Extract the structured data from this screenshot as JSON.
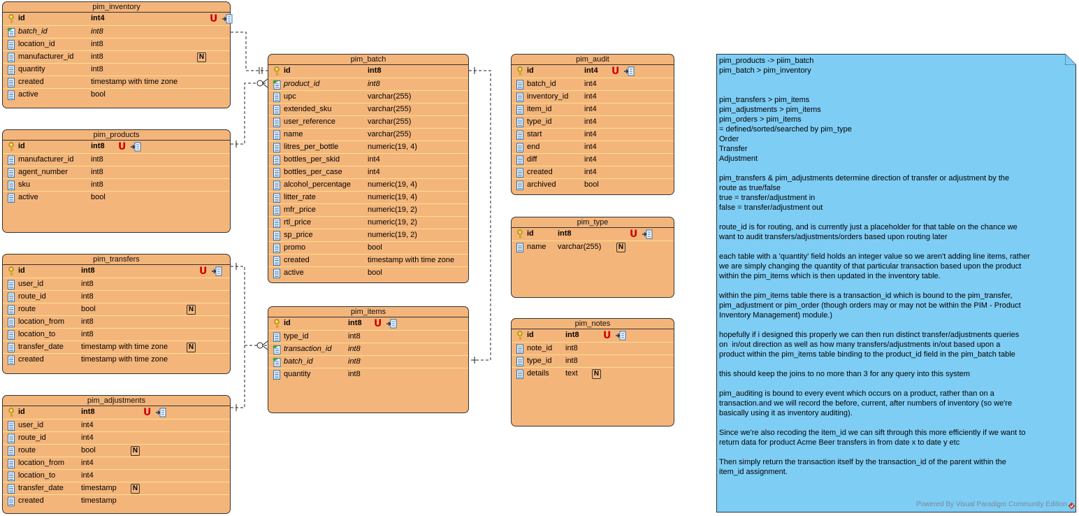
{
  "entities": [
    {
      "name": "pim_inventory",
      "columns": [
        {
          "name": "id",
          "type": "int4",
          "kind": "pk",
          "unique": true,
          "index": true,
          "nullable": false
        },
        {
          "name": "batch_id",
          "type": "int8",
          "kind": "fk",
          "unique": false,
          "index": false,
          "nullable": false
        },
        {
          "name": "location_id",
          "type": "int8",
          "kind": "col",
          "unique": false,
          "index": false,
          "nullable": false
        },
        {
          "name": "manufacturer_id",
          "type": "int8",
          "kind": "col",
          "unique": false,
          "index": false,
          "nullable": true
        },
        {
          "name": "quantity",
          "type": "int8",
          "kind": "col",
          "unique": false,
          "index": false,
          "nullable": false
        },
        {
          "name": "created",
          "type": "timestamp with time zone",
          "kind": "col",
          "unique": false,
          "index": false,
          "nullable": false
        },
        {
          "name": "active",
          "type": "bool",
          "kind": "col",
          "unique": false,
          "index": false,
          "nullable": false
        }
      ]
    },
    {
      "name": "pim_products",
      "columns": [
        {
          "name": "id",
          "type": "int8",
          "kind": "pk",
          "unique": true,
          "index": true,
          "nullable": false
        },
        {
          "name": "manufacturer_id",
          "type": "int8",
          "kind": "col",
          "unique": false,
          "index": false,
          "nullable": false
        },
        {
          "name": "agent_number",
          "type": "int8",
          "kind": "col",
          "unique": false,
          "index": false,
          "nullable": false
        },
        {
          "name": "sku",
          "type": "int8",
          "kind": "col",
          "unique": false,
          "index": false,
          "nullable": false
        },
        {
          "name": "active",
          "type": "bool",
          "kind": "col",
          "unique": false,
          "index": false,
          "nullable": false
        }
      ]
    },
    {
      "name": "pim_transfers",
      "columns": [
        {
          "name": "id",
          "type": "int8",
          "kind": "pk",
          "unique": true,
          "index": true,
          "nullable": false
        },
        {
          "name": "user_id",
          "type": "int8",
          "kind": "col",
          "unique": false,
          "index": false,
          "nullable": false
        },
        {
          "name": "route_id",
          "type": "int8",
          "kind": "col",
          "unique": false,
          "index": false,
          "nullable": false
        },
        {
          "name": "route",
          "type": "bool",
          "kind": "col",
          "unique": false,
          "index": false,
          "nullable": true
        },
        {
          "name": "location_from",
          "type": "int8",
          "kind": "col",
          "unique": false,
          "index": false,
          "nullable": false
        },
        {
          "name": "location_to",
          "type": "int8",
          "kind": "col",
          "unique": false,
          "index": false,
          "nullable": false
        },
        {
          "name": "transfer_date",
          "type": "timestamp with time zone",
          "kind": "col",
          "unique": false,
          "index": false,
          "nullable": true
        },
        {
          "name": "created",
          "type": "timestamp with time zone",
          "kind": "col",
          "unique": false,
          "index": false,
          "nullable": false
        }
      ]
    },
    {
      "name": "pim_adjustments",
      "columns": [
        {
          "name": "id",
          "type": "int8",
          "kind": "pk",
          "unique": true,
          "index": true,
          "nullable": false
        },
        {
          "name": "user_id",
          "type": "int4",
          "kind": "col",
          "unique": false,
          "index": false,
          "nullable": false
        },
        {
          "name": "route_id",
          "type": "int4",
          "kind": "col",
          "unique": false,
          "index": false,
          "nullable": false
        },
        {
          "name": "route",
          "type": "bool",
          "kind": "col",
          "unique": false,
          "index": false,
          "nullable": true
        },
        {
          "name": "location_from",
          "type": "int4",
          "kind": "col",
          "unique": false,
          "index": false,
          "nullable": false
        },
        {
          "name": "location_to",
          "type": "int4",
          "kind": "col",
          "unique": false,
          "index": false,
          "nullable": false
        },
        {
          "name": "transfer_date",
          "type": "timestamp",
          "kind": "col",
          "unique": false,
          "index": false,
          "nullable": true
        },
        {
          "name": "created",
          "type": "timestamp",
          "kind": "col",
          "unique": false,
          "index": false,
          "nullable": false
        }
      ]
    },
    {
      "name": "pim_batch",
      "columns": [
        {
          "name": "id",
          "type": "int8",
          "kind": "pk",
          "unique": false,
          "index": false,
          "nullable": false
        },
        {
          "name": "product_id",
          "type": "int8",
          "kind": "fk",
          "unique": false,
          "index": false,
          "nullable": false
        },
        {
          "name": "upc",
          "type": "varchar(255)",
          "kind": "col",
          "unique": false,
          "index": false,
          "nullable": false
        },
        {
          "name": "extended_sku",
          "type": "varchar(255)",
          "kind": "col",
          "unique": false,
          "index": false,
          "nullable": false
        },
        {
          "name": "user_reference",
          "type": "varchar(255)",
          "kind": "col",
          "unique": false,
          "index": false,
          "nullable": false
        },
        {
          "name": "name",
          "type": "varchar(255)",
          "kind": "col",
          "unique": false,
          "index": false,
          "nullable": false
        },
        {
          "name": "litres_per_bottle",
          "type": "numeric(19, 4)",
          "kind": "col",
          "unique": false,
          "index": false,
          "nullable": false
        },
        {
          "name": "bottles_per_skid",
          "type": "int4",
          "kind": "col",
          "unique": false,
          "index": false,
          "nullable": false
        },
        {
          "name": "bottles_per_case",
          "type": "int4",
          "kind": "col",
          "unique": false,
          "index": false,
          "nullable": false
        },
        {
          "name": "alcohol_percentage",
          "type": "numeric(19, 4)",
          "kind": "col",
          "unique": false,
          "index": false,
          "nullable": false
        },
        {
          "name": "litter_rate",
          "type": "numeric(19, 4)",
          "kind": "col",
          "unique": false,
          "index": false,
          "nullable": false
        },
        {
          "name": "mfr_price",
          "type": "numeric(19, 2)",
          "kind": "col",
          "unique": false,
          "index": false,
          "nullable": false
        },
        {
          "name": "rtl_price",
          "type": "numeric(19, 2)",
          "kind": "col",
          "unique": false,
          "index": false,
          "nullable": false
        },
        {
          "name": "sp_price",
          "type": "numeric(19, 2)",
          "kind": "col",
          "unique": false,
          "index": false,
          "nullable": false
        },
        {
          "name": "promo",
          "type": "bool",
          "kind": "col",
          "unique": false,
          "index": false,
          "nullable": false
        },
        {
          "name": "created",
          "type": "timestamp with time zone",
          "kind": "col",
          "unique": false,
          "index": false,
          "nullable": false
        },
        {
          "name": "active",
          "type": "bool",
          "kind": "col",
          "unique": false,
          "index": false,
          "nullable": false
        }
      ]
    },
    {
      "name": "pim_items",
      "columns": [
        {
          "name": "id",
          "type": "int8",
          "kind": "pk",
          "unique": true,
          "index": true,
          "nullable": false
        },
        {
          "name": "type_id",
          "type": "int8",
          "kind": "col",
          "unique": false,
          "index": false,
          "nullable": false
        },
        {
          "name": "transaction_id",
          "type": "int8",
          "kind": "fk",
          "unique": false,
          "index": false,
          "nullable": false
        },
        {
          "name": "batch_id",
          "type": "int8",
          "kind": "fk",
          "unique": false,
          "index": false,
          "nullable": false
        },
        {
          "name": "quantity",
          "type": "int8",
          "kind": "col",
          "unique": false,
          "index": false,
          "nullable": false
        }
      ]
    },
    {
      "name": "pim_audit",
      "columns": [
        {
          "name": "id",
          "type": "int4",
          "kind": "pk",
          "unique": true,
          "index": true,
          "nullable": false
        },
        {
          "name": "batch_id",
          "type": "int4",
          "kind": "col",
          "unique": false,
          "index": false,
          "nullable": false
        },
        {
          "name": "inventory_id",
          "type": "int4",
          "kind": "col",
          "unique": false,
          "index": false,
          "nullable": false
        },
        {
          "name": "item_id",
          "type": "int4",
          "kind": "col",
          "unique": false,
          "index": false,
          "nullable": false
        },
        {
          "name": "type_id",
          "type": "int4",
          "kind": "col",
          "unique": false,
          "index": false,
          "nullable": false
        },
        {
          "name": "start",
          "type": "int4",
          "kind": "col",
          "unique": false,
          "index": false,
          "nullable": false
        },
        {
          "name": "end",
          "type": "int4",
          "kind": "col",
          "unique": false,
          "index": false,
          "nullable": false
        },
        {
          "name": "diff",
          "type": "int4",
          "kind": "col",
          "unique": false,
          "index": false,
          "nullable": false
        },
        {
          "name": "created",
          "type": "int4",
          "kind": "col",
          "unique": false,
          "index": false,
          "nullable": false
        },
        {
          "name": "archived",
          "type": "bool",
          "kind": "col",
          "unique": false,
          "index": false,
          "nullable": false
        }
      ]
    },
    {
      "name": "pim_type",
      "columns": [
        {
          "name": "id",
          "type": "int8",
          "kind": "pk",
          "unique": true,
          "index": true,
          "nullable": false
        },
        {
          "name": "name",
          "type": "varchar(255)",
          "kind": "col",
          "unique": false,
          "index": false,
          "nullable": true
        }
      ]
    },
    {
      "name": "pim_notes",
      "columns": [
        {
          "name": "id",
          "type": "int8",
          "kind": "pk",
          "unique": true,
          "index": true,
          "nullable": false
        },
        {
          "name": "note_id",
          "type": "int8",
          "kind": "col",
          "unique": false,
          "index": false,
          "nullable": false
        },
        {
          "name": "type_id",
          "type": "int8",
          "kind": "col",
          "unique": false,
          "index": false,
          "nullable": false
        },
        {
          "name": "details",
          "type": "text",
          "kind": "col",
          "unique": false,
          "index": false,
          "nullable": true
        }
      ]
    }
  ],
  "badges": {
    "unique": "U",
    "nullable": "N"
  },
  "note": {
    "lines": [
      "pim_products -> piim_batch",
      "pim_batch > pim_inventory",
      "",
      "",
      "pim_transfers > pim_items",
      "pim_adjustments > pim_items",
      "pim_orders > pim_items",
      "= defined/sorted/searched by pim_type",
      "Order",
      "Transfer",
      "Adjustment",
      "",
      "pim_transfers & pim_adjustments determine direction of transfer or adjustment by the",
      "route as true/false",
      "true = transfer/adjustment in",
      "false = transfer/adjustment out",
      "",
      "route_id is for routing, and is currently just a placeholder for that table on the chance we",
      "want to audit transfers/adjustments/orders based upon routing later",
      "",
      "each table with a 'quantity' field holds an integer value so we aren't adding line items, rather",
      "we are simply changing the quantity of that particular transaction based upon the product",
      "within the pim_items which is then updated in the inventory table.",
      "",
      "within the pim_items table there is a transaction_id which is bound to the pim_transfer,",
      "pim_adjustment or pim_order (though orders may or may not be within the PIM - Product",
      "Inventory Management) module.)",
      "",
      "hopefully if i designed this properly we can then run distinct transfer/adjustments queries",
      "on  in/out direction as well as how many transfers/adjustments in/out based upon a",
      "product within the pim_items table binding to the product_id field in the pim_batch table",
      "",
      "this should keep the joins to no more than 3 for any query into this system",
      "",
      "pim_auditing is bound to every event which occurs on a product, rather than on a",
      "transaction.and we will record the before, current, after numbers of inventory (so we're",
      "basically using it as inventory auditing).",
      "",
      "Since we're also recoding the item_id we can sift through this more efficiently if we want to",
      "return data for product Acme Beer transfers in from date x to date y etc",
      "",
      "Then simply return the transaction itself by the transaction_id of the parent within the",
      "item_id assignment."
    ],
    "footer": "Powered By Visual Paradigm Community Edition"
  },
  "colors": {
    "entity_fill": "#f4b57b",
    "row_line": "#fbe08f",
    "note_fill": "#7ecdf5",
    "unique_badge": "#cc0000"
  },
  "icons": {
    "pk": "key-icon",
    "fk": "foreign-key-icon",
    "col": "column-icon",
    "index": "index-icon"
  }
}
